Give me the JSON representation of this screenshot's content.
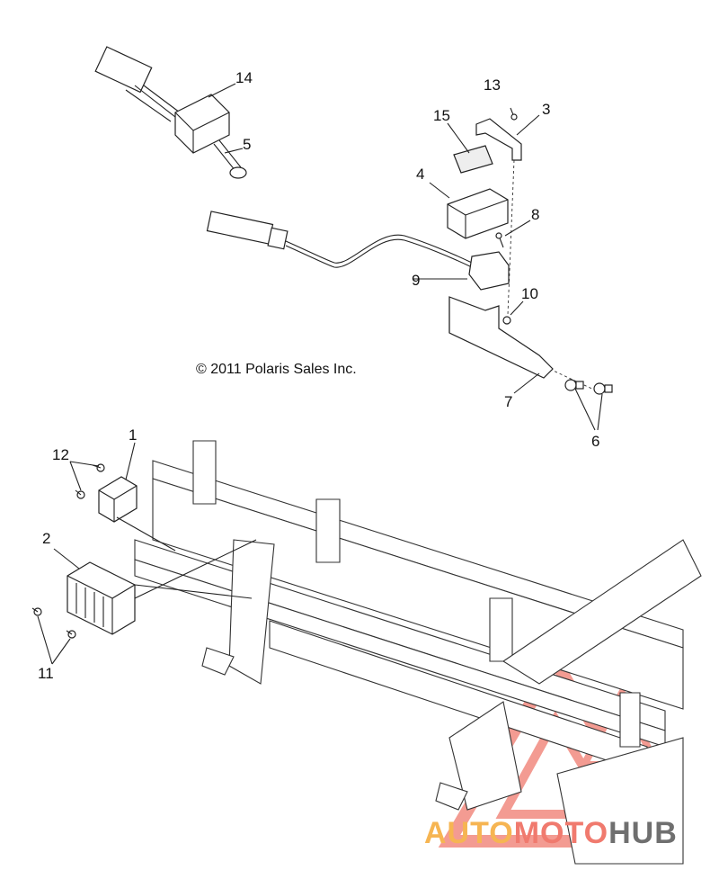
{
  "copyright": "© 2011 Polaris Sales Inc.",
  "watermark": {
    "part1": "AUTO",
    "part2": "MOTO",
    "part3": "HUB",
    "colors": {
      "auto": "#f6b552",
      "moto": "#f07a6e",
      "hub": "#6f6f6f",
      "triangle": "#f07a6e"
    }
  },
  "callouts": [
    {
      "id": "14",
      "text": "14"
    },
    {
      "id": "5",
      "text": "5"
    },
    {
      "id": "13",
      "text": "13"
    },
    {
      "id": "3",
      "text": "3"
    },
    {
      "id": "15",
      "text": "15"
    },
    {
      "id": "4",
      "text": "4"
    },
    {
      "id": "8",
      "text": "8"
    },
    {
      "id": "9",
      "text": "9"
    },
    {
      "id": "10",
      "text": "10"
    },
    {
      "id": "7",
      "text": "7"
    },
    {
      "id": "6",
      "text": "6"
    },
    {
      "id": "1",
      "text": "1"
    },
    {
      "id": "12",
      "text": "12"
    },
    {
      "id": "2",
      "text": "2"
    },
    {
      "id": "11",
      "text": "11"
    }
  ]
}
